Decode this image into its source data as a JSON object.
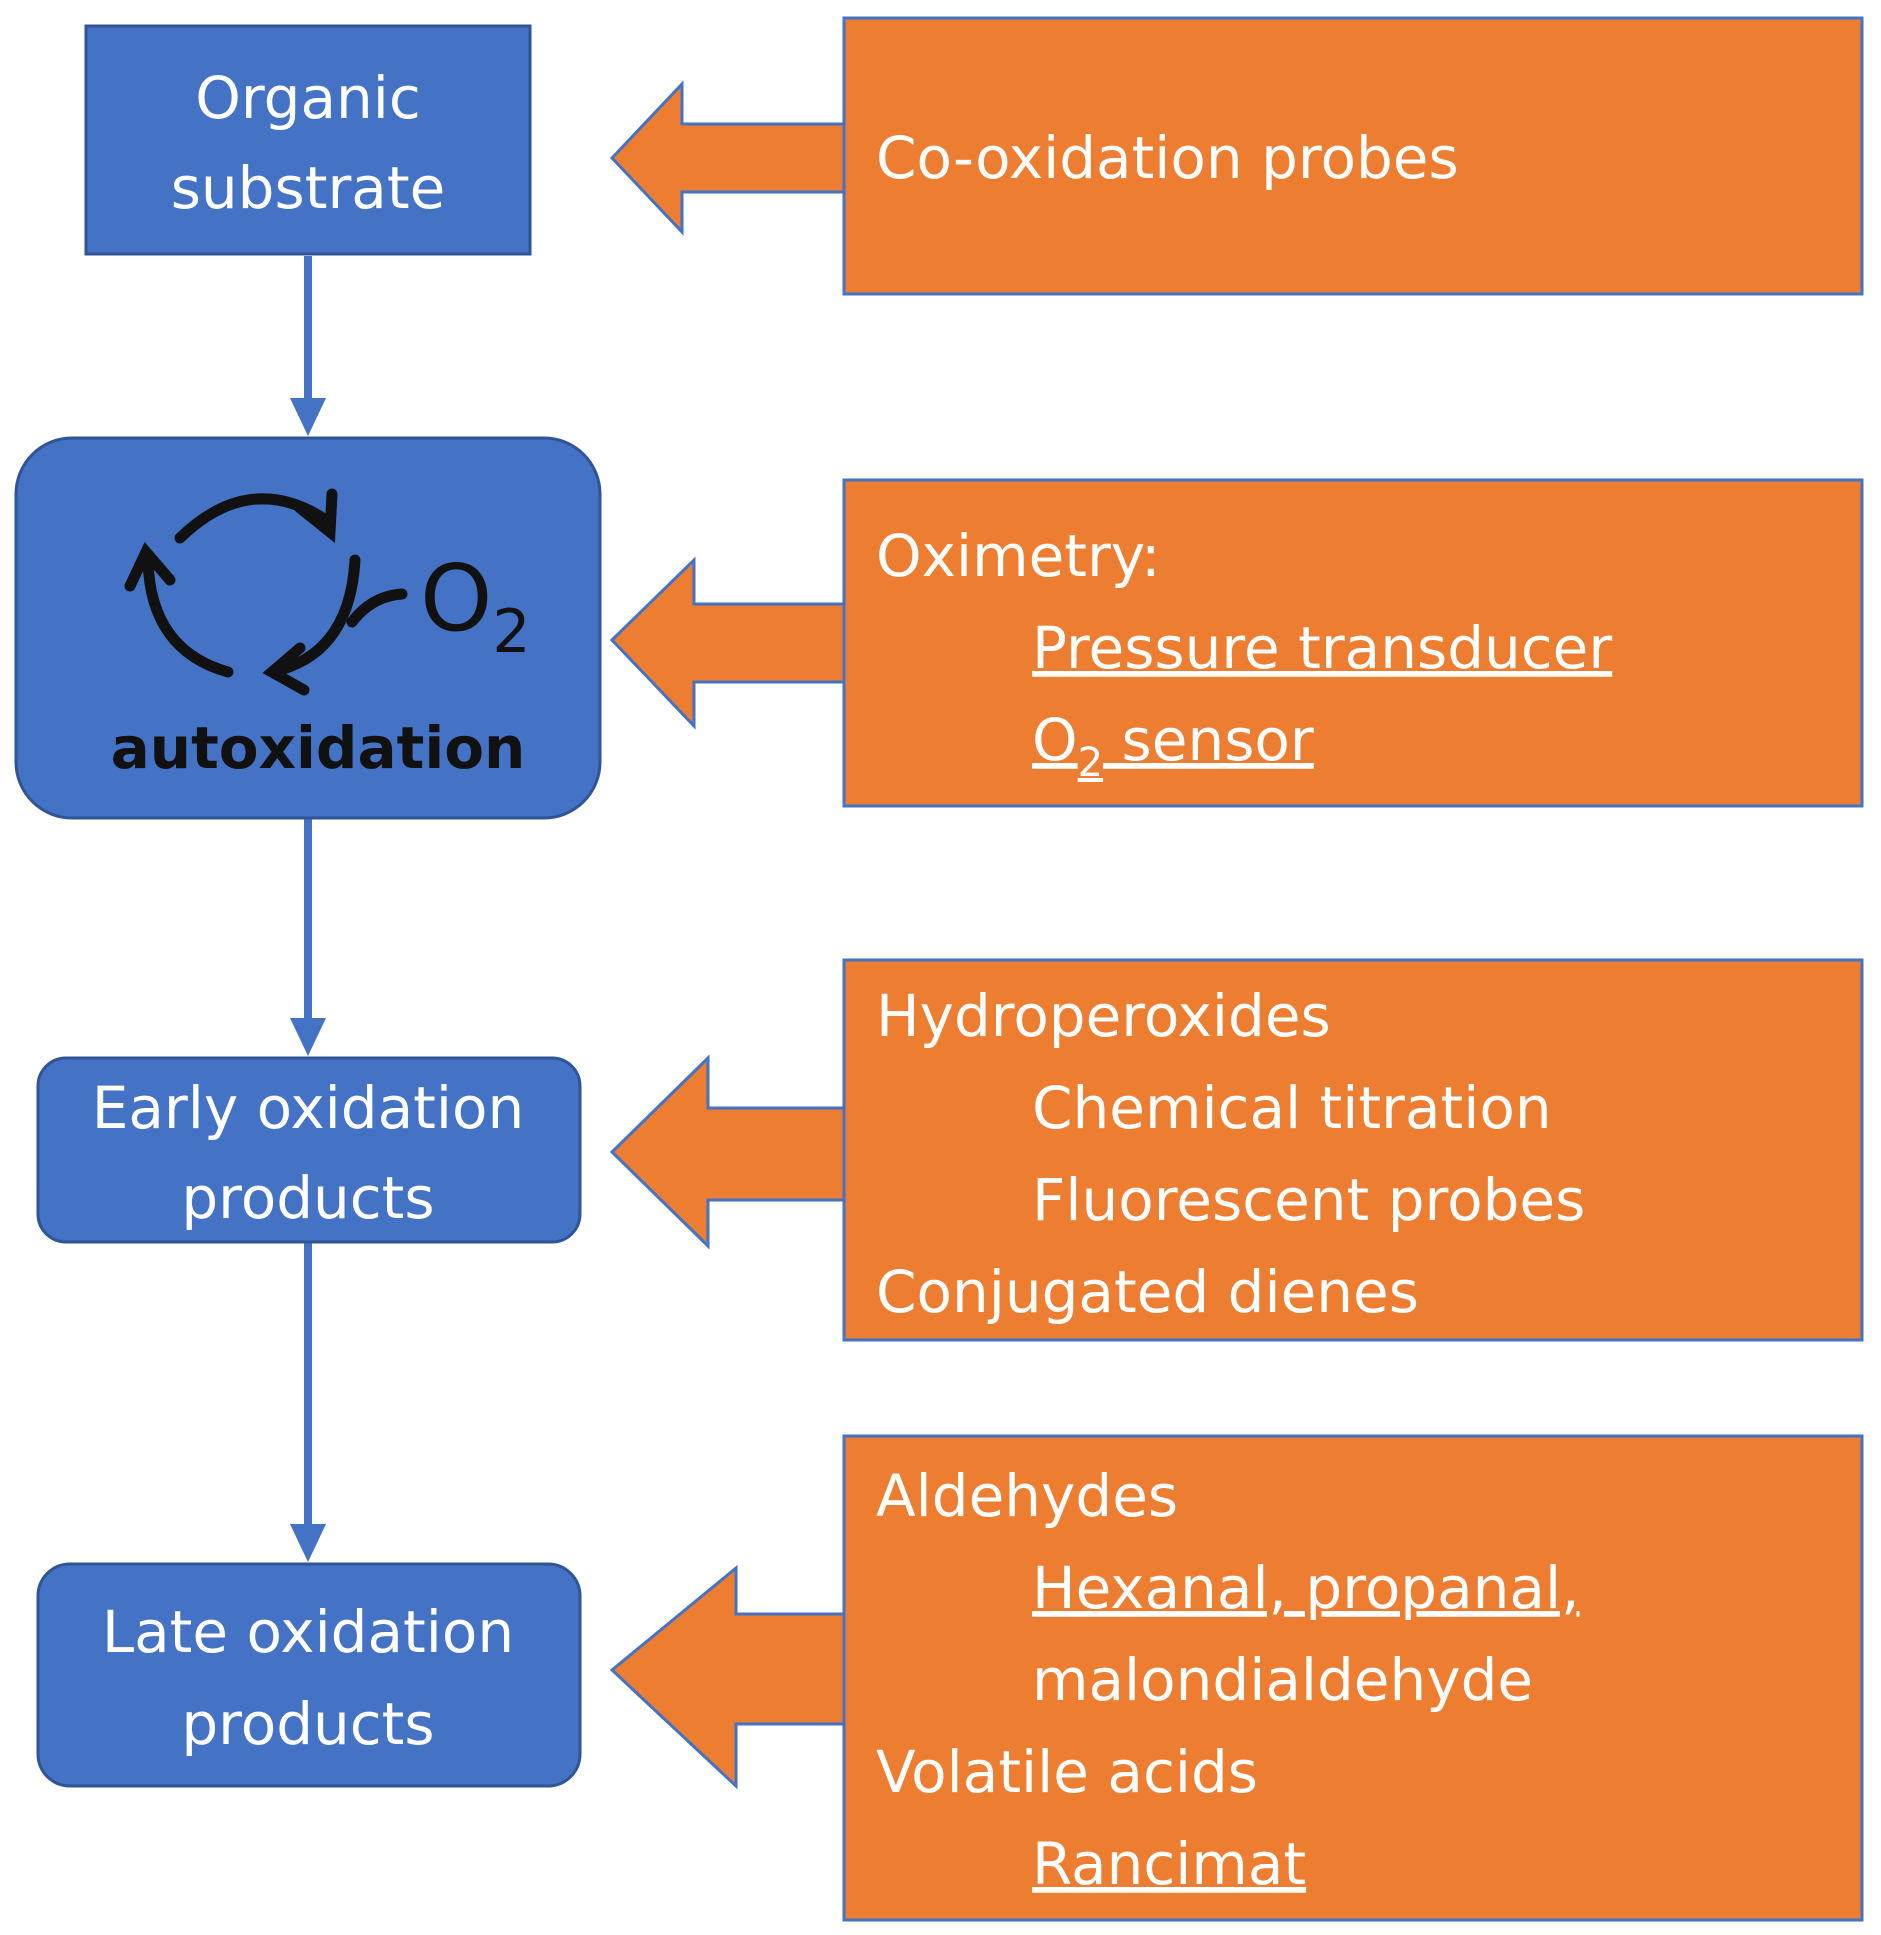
{
  "colors": {
    "stage_fill": "#4472C4",
    "stage_stroke": "#2F5597",
    "method_fill": "#ED7D31",
    "method_stroke": "#4472C4",
    "connector": "#4472C4",
    "cycle_ink": "#111111"
  },
  "stages": [
    {
      "id": "substrate",
      "lines": [
        "Organic",
        "substrate"
      ]
    },
    {
      "id": "autoxidation",
      "label": "autoxidation",
      "o2": {
        "main": "O",
        "sub": "2"
      },
      "icon": "cycle-arrows-icon"
    },
    {
      "id": "early",
      "lines": [
        "Early oxidation",
        "products"
      ]
    },
    {
      "id": "late",
      "lines": [
        "Late oxidation",
        "products"
      ]
    }
  ],
  "methods": [
    {
      "id": "co-oxidation",
      "lines": [
        {
          "text": "Co-oxidation probes",
          "indent": false,
          "underline": false
        }
      ]
    },
    {
      "id": "oximetry",
      "lines": [
        {
          "text": "Oximetry:",
          "indent": false,
          "underline": false
        },
        {
          "text": "Pressure transducer",
          "indent": true,
          "underline": true
        },
        {
          "text": "O",
          "sub": "2",
          "after": " sensor",
          "indent": true,
          "underline": true
        }
      ]
    },
    {
      "id": "early-methods",
      "lines": [
        {
          "text": "Hydroperoxides",
          "indent": false,
          "underline": false
        },
        {
          "text": "Chemical titration",
          "indent": true,
          "underline": false
        },
        {
          "text": "Fluorescent probes",
          "indent": true,
          "underline": false
        },
        {
          "text": "Conjugated dienes",
          "indent": false,
          "underline": false
        }
      ]
    },
    {
      "id": "late-methods",
      "lines": [
        {
          "text": "Aldehydes",
          "indent": false,
          "underline": false
        },
        {
          "text": "Hexanal, propanal,",
          "indent": true,
          "underline": true
        },
        {
          "text": "malondialdehyde",
          "indent": true,
          "underline": false
        },
        {
          "text": "Volatile acids",
          "indent": false,
          "underline": false
        },
        {
          "text": "Rancimat",
          "indent": true,
          "underline": true
        }
      ]
    }
  ]
}
